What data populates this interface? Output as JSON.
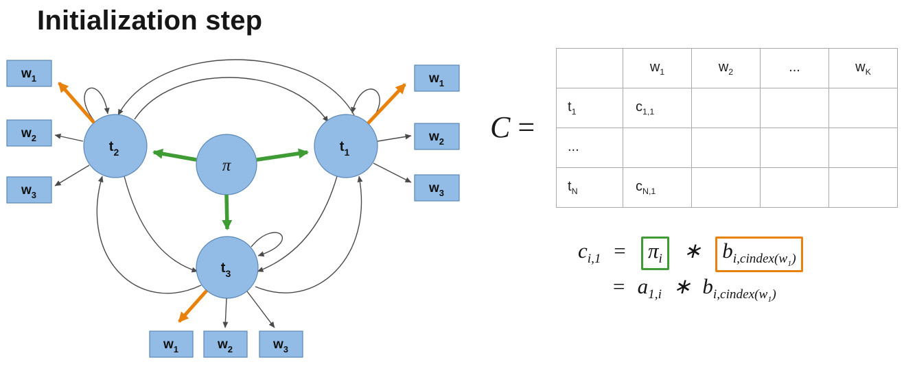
{
  "title": "Initialization step",
  "colors": {
    "node_fill": "#92bce6",
    "node_stroke": "#5b87b5",
    "green": "#3f9c35",
    "orange": "#e8820c",
    "arrow_gray": "#4a4a4a"
  },
  "diagram": {
    "pi_label": "π",
    "states": {
      "t1": {
        "base": "t",
        "sub": "1"
      },
      "t2": {
        "base": "t",
        "sub": "2"
      },
      "t3": {
        "base": "t",
        "sub": "3"
      }
    },
    "words_left": [
      {
        "base": "w",
        "sub": "1"
      },
      {
        "base": "w",
        "sub": "2"
      },
      {
        "base": "w",
        "sub": "3"
      }
    ],
    "words_right": [
      {
        "base": "w",
        "sub": "1"
      },
      {
        "base": "w",
        "sub": "2"
      },
      {
        "base": "w",
        "sub": "3"
      }
    ],
    "words_bottom": [
      {
        "base": "w",
        "sub": "1"
      },
      {
        "base": "w",
        "sub": "2"
      },
      {
        "base": "w",
        "sub": "3"
      }
    ]
  },
  "matrix": {
    "label_c": "C",
    "label_eq": "=",
    "header": [
      {
        "base": "",
        "sub": ""
      },
      {
        "base": "w",
        "sub": "1"
      },
      {
        "base": "w",
        "sub": "2"
      },
      {
        "base": "...",
        "sub": ""
      },
      {
        "base": "w",
        "sub": "K"
      }
    ],
    "rows": [
      [
        {
          "base": "t",
          "sub": "1"
        },
        {
          "base": "c",
          "sub": "1,1"
        },
        {
          "base": "",
          "sub": ""
        },
        {
          "base": "",
          "sub": ""
        },
        {
          "base": "",
          "sub": ""
        }
      ],
      [
        {
          "base": "...",
          "sub": ""
        },
        {
          "base": "",
          "sub": ""
        },
        {
          "base": "",
          "sub": ""
        },
        {
          "base": "",
          "sub": ""
        },
        {
          "base": "",
          "sub": ""
        }
      ],
      [
        {
          "base": "t",
          "sub": "N"
        },
        {
          "base": "c",
          "sub": "N,1"
        },
        {
          "base": "",
          "sub": ""
        },
        {
          "base": "",
          "sub": ""
        },
        {
          "base": "",
          "sub": ""
        }
      ]
    ]
  },
  "equation": {
    "line1": {
      "lhs_base": "c",
      "lhs_sub": "i,1",
      "eq": "=",
      "pi_base": "π",
      "pi_sub": "i",
      "star": "∗",
      "b_base": "b",
      "b_sub_pre": "i,cindex(w",
      "b_sub_sub": "1",
      "b_sub_post": ")"
    },
    "line2": {
      "eq": "=",
      "a_base": "a",
      "a_sub": "1,i",
      "star": "∗",
      "b_base": "b",
      "b_sub_pre": "i,cindex(w",
      "b_sub_sub": "1",
      "b_sub_post": ")"
    }
  }
}
